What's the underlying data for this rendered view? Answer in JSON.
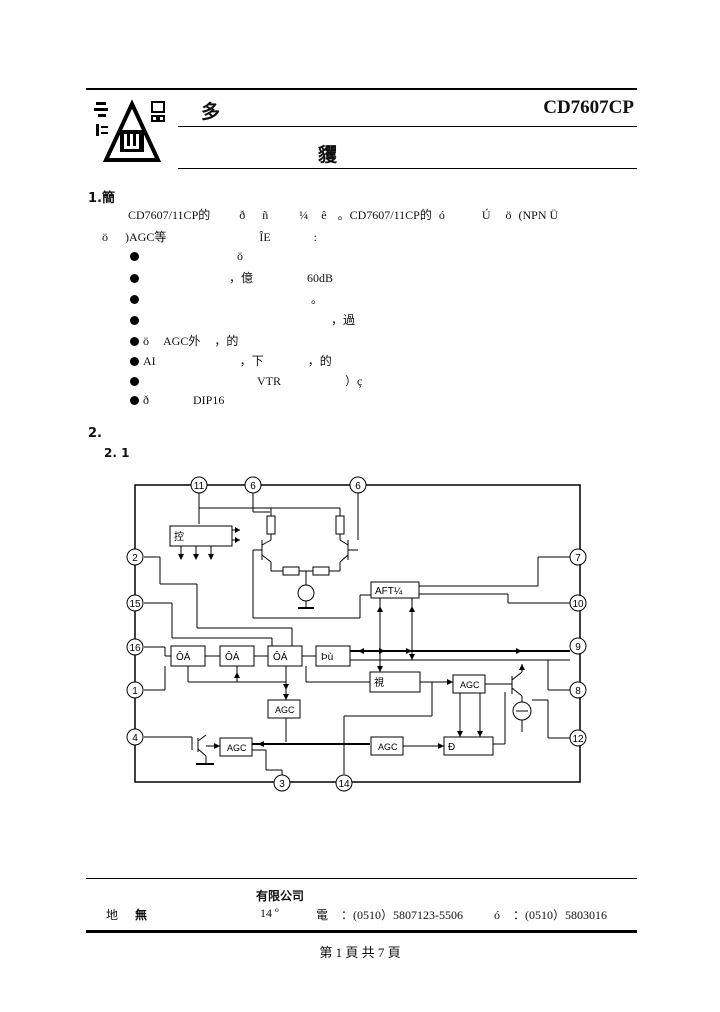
{
  "header": {
    "part_number": "CD7607CP",
    "title_fragment": "多",
    "subtitle_fragment": "貜"
  },
  "section1": {
    "heading": "1.簡",
    "intro_line1": {
      "a": "CD7607/11CP的",
      "b": "ð",
      "c": "ñ",
      "d": "¼",
      "e": "ê",
      "f": "。CD7607/11CP的",
      "g": "ó",
      "h": "Ú",
      "i": "ö",
      "j": "(NPN Ü"
    },
    "intro_line2": {
      "a": "ö",
      "b": ")AGC等",
      "c": "ÎE",
      "d": ":"
    },
    "features": [
      {
        "a": "",
        "b": "ö",
        "c": ""
      },
      {
        "a": "",
        "b": "，億",
        "c": "60dB"
      },
      {
        "a": "",
        "b": "",
        "c": "。"
      },
      {
        "a": "",
        "b": "",
        "c": "，過"
      },
      {
        "a": "ö",
        "b": "AGC外",
        "c": "，的"
      },
      {
        "a": "AI",
        "b": "，下",
        "c": "，的"
      },
      {
        "a": "",
        "b": "VTR",
        "c": "）ç"
      },
      {
        "a": "ð",
        "b": "DIP16",
        "c": ""
      }
    ]
  },
  "section2": {
    "heading": "2.",
    "subheading": "2. 1"
  },
  "diagram": {
    "pins_top": [
      "11",
      "6",
      "6"
    ],
    "pins_left": [
      "2",
      "15",
      "16",
      "1",
      "4"
    ],
    "pins_right": [
      "7",
      "10",
      "9",
      "8",
      "12"
    ],
    "pins_bottom": [
      "3",
      "14"
    ],
    "blocks": {
      "ctrl": "控",
      "stage1": "ÔÁ",
      "stage2": "ÔÁ",
      "stage3": "ÔÁ",
      "detect": "Þù",
      "aft": "AFT¼",
      "video": "視",
      "agc_small": "AGC",
      "agc_mid": "AGC",
      "agc_left": "AGC",
      "agc_right": "AGC",
      "dblock": "Ð"
    }
  },
  "footer": {
    "company": "有限公司",
    "address_label": "地",
    "address_value": "無",
    "building": "14 º",
    "phone_label": "電",
    "phone_value": "：(0510）5807123-5506",
    "fax_label": "ó",
    "fax_value": "：(0510）5803016",
    "page": "第 1 頁 共 7 頁"
  },
  "colors": {
    "ink": "#000000",
    "paper": "#ffffff"
  }
}
